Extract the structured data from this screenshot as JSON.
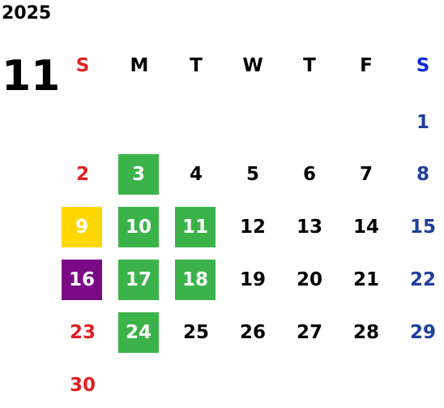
{
  "calendar": {
    "year": "2025",
    "month": "11",
    "weekday_headers": [
      {
        "label": "S",
        "color": "#e02020"
      },
      {
        "label": "M",
        "color": "#000000"
      },
      {
        "label": "T",
        "color": "#000000"
      },
      {
        "label": "W",
        "color": "#000000"
      },
      {
        "label": "T",
        "color": "#000000"
      },
      {
        "label": "F",
        "color": "#000000"
      },
      {
        "label": "S",
        "color": "#0a2ad8"
      }
    ],
    "colors": {
      "sunday_text": "#e02020",
      "saturday_text": "#1f3f9a",
      "weekday_text": "#000000",
      "tile_text": "#ffffff"
    },
    "weeks": [
      [
        null,
        null,
        null,
        null,
        null,
        null,
        {
          "day": "1"
        }
      ],
      [
        {
          "day": "2"
        },
        {
          "day": "3",
          "highlight": "#3cb34a"
        },
        {
          "day": "4"
        },
        {
          "day": "5"
        },
        {
          "day": "6"
        },
        {
          "day": "7"
        },
        {
          "day": "8"
        }
      ],
      [
        {
          "day": "9",
          "highlight": "#ffd700"
        },
        {
          "day": "10",
          "highlight": "#3cb34a"
        },
        {
          "day": "11",
          "highlight": "#3cb34a"
        },
        {
          "day": "12"
        },
        {
          "day": "13"
        },
        {
          "day": "14"
        },
        {
          "day": "15"
        }
      ],
      [
        {
          "day": "16",
          "highlight": "#7b0a84"
        },
        {
          "day": "17",
          "highlight": "#3cb34a"
        },
        {
          "day": "18",
          "highlight": "#3cb34a"
        },
        {
          "day": "19"
        },
        {
          "day": "20"
        },
        {
          "day": "21"
        },
        {
          "day": "22"
        }
      ],
      [
        {
          "day": "23"
        },
        {
          "day": "24",
          "highlight": "#3cb34a"
        },
        {
          "day": "25"
        },
        {
          "day": "26"
        },
        {
          "day": "27"
        },
        {
          "day": "28"
        },
        {
          "day": "29"
        }
      ],
      [
        {
          "day": "30"
        },
        null,
        null,
        null,
        null,
        null,
        null
      ]
    ]
  }
}
